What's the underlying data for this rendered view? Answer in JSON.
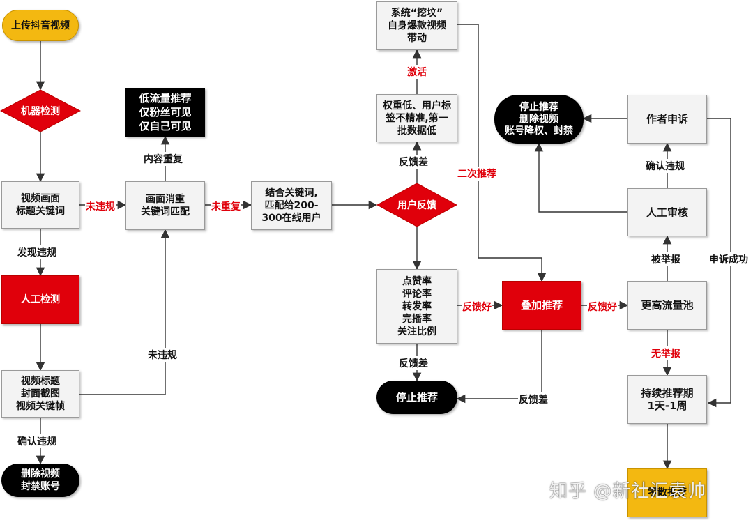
{
  "nodes": {
    "upload": "上传抖音视频",
    "machine_check": "机器检测",
    "video_title_keywords": "视频画面\n标题关键词",
    "manual_check": "人工检测",
    "video_keyframes": "视频标题\n封面截图\n视频关键帧",
    "delete_ban": "删除视频\n封禁账号",
    "dedup": "画面消重\n关键词匹配",
    "low_traffic": "低流量推荐\n仅粉丝可见\n仅自己可见",
    "match_users": "结合关键词,\n匹配给200-\n300在线用户",
    "user_feedback": "用户反馈",
    "low_weight": "权重低、用户标\n签不精准,第一\n批数据低",
    "system_dig": "系统“挖坟”\n自身爆款视频\n带动",
    "metrics": "点赞率\n评论率\n转发率\n完播率\n关注比例",
    "stop_recommend": "停止推荐",
    "boost": "叠加推荐",
    "higher_pool": "更高流量池",
    "sustained": "持续推荐期\n1天-1周",
    "final": "零散推荐",
    "manual_review": "人工审核",
    "author_appeal": "作者申诉",
    "stop_delete": "停止推荐\n删除视频\n账号降权、封禁"
  },
  "labels": {
    "not_violating_1": "未违规",
    "found_violation": "发现违规",
    "not_violating_2": "未违规",
    "confirm_violation_1": "确认违规",
    "content_duplicate": "内容重复",
    "not_duplicate": "未重复",
    "feedback_bad_1": "反馈差",
    "activate": "激活",
    "second_recommend": "二次推荐",
    "feedback_bad_2": "反馈差",
    "feedback_good_1": "反馈好",
    "feedback_good_2": "反馈好",
    "feedback_bad_3": "反馈差",
    "reported": "被举报",
    "not_reported": "无举报",
    "confirm_violation_2": "确认违规",
    "appeal_success": "申诉成功"
  },
  "watermark": "知乎 @新社汇袁帅",
  "colors": {
    "red": "#e0000b",
    "yellow": "#f3b811",
    "black": "#000000",
    "gray_box": "#f3f3f3"
  }
}
